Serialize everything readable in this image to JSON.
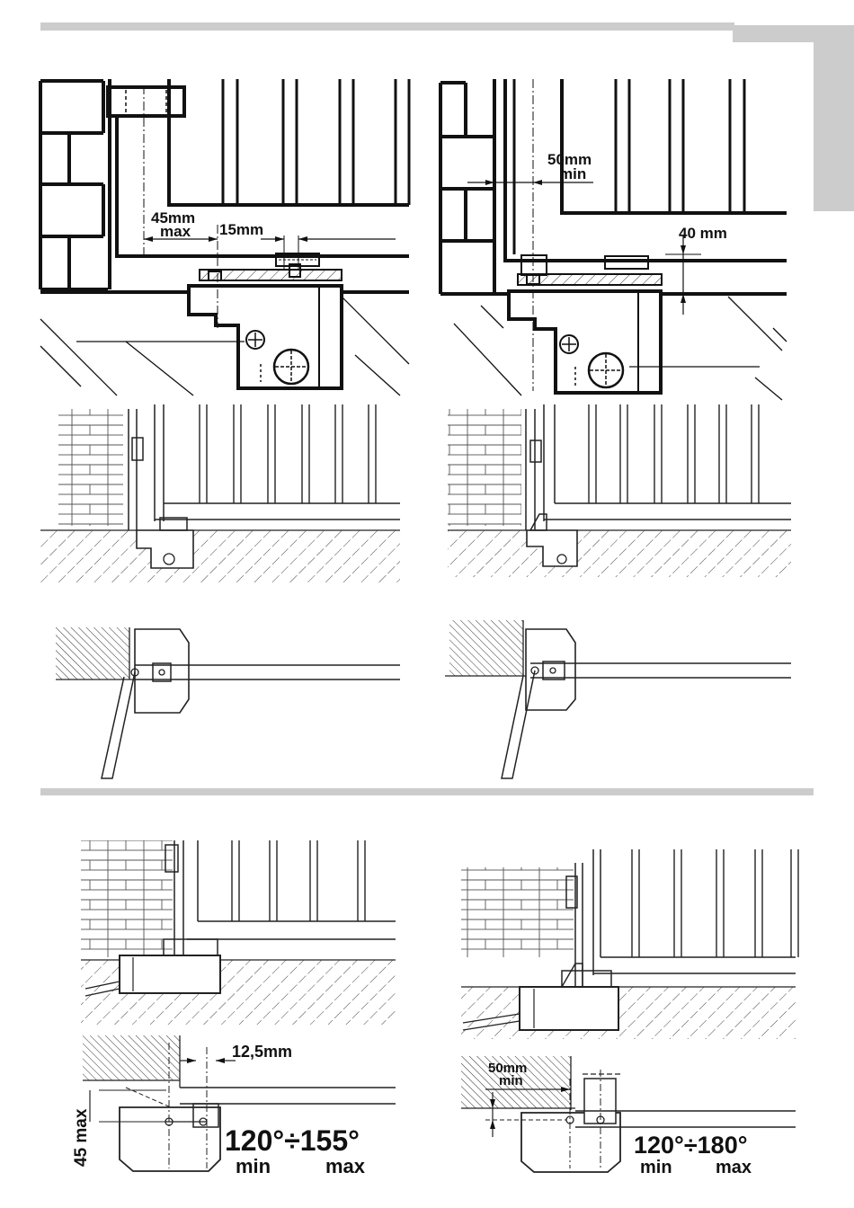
{
  "labels": {
    "tl_max_offset": "45mm",
    "tl_max_word": "max",
    "tl_gap": "15mm",
    "tr_min_offset": "50mm",
    "tr_min_word": "min",
    "tr_height": "40 mm",
    "bl_gap": "12,5mm",
    "bl_side": "45 max",
    "bl_angle": "120°÷155°",
    "bl_min": "min",
    "bl_max": "max",
    "br_offset": "50mm",
    "br_min_word": "min",
    "br_angle": "120°÷180°",
    "br_min": "min",
    "br_max": "max"
  },
  "colors": {
    "line": "#111111",
    "bar": "#cccccc",
    "hatch": "#222222",
    "brick": "#444444"
  }
}
